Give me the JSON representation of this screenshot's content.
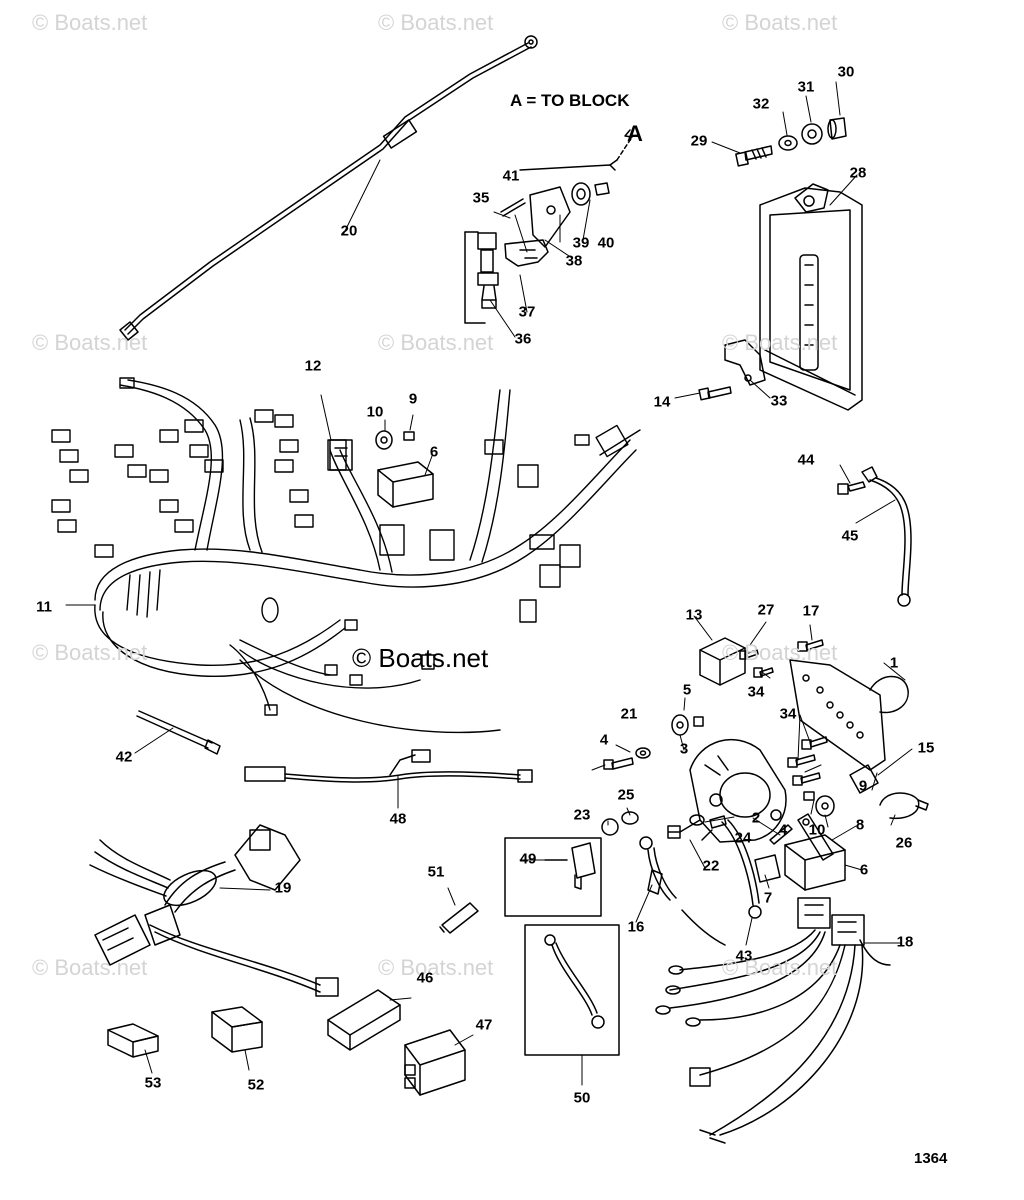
{
  "watermark": {
    "text": "© Boats.net",
    "center_text": "© Boats.net"
  },
  "note": {
    "text": "A = TO BLOCK",
    "view_letter": "A"
  },
  "figure_number": "1364",
  "callouts": [
    "1",
    "2",
    "3",
    "4",
    "4",
    "5",
    "6",
    "6",
    "7",
    "8",
    "9",
    "9",
    "10",
    "10",
    "11",
    "12",
    "13",
    "14",
    "15",
    "16",
    "17",
    "18",
    "19",
    "20",
    "21",
    "22",
    "23",
    "24",
    "25",
    "26",
    "27",
    "28",
    "29",
    "30",
    "31",
    "32",
    "33",
    "34",
    "34",
    "35",
    "36",
    "37",
    "38",
    "39",
    "40",
    "41",
    "42",
    "43",
    "44",
    "45",
    "46",
    "47",
    "48",
    "49",
    "50",
    "51",
    "52",
    "53"
  ]
}
